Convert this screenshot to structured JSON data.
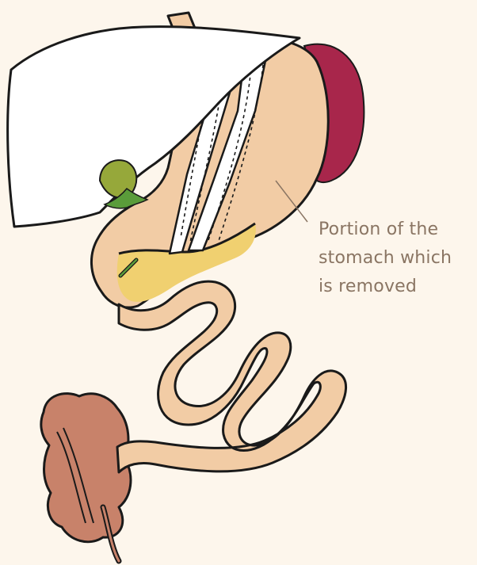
{
  "annotation": {
    "lines": [
      "Portion of the",
      "stomach which",
      "is removed"
    ]
  },
  "colors": {
    "background": "#fdf6ec",
    "stomach": "#f2cca5",
    "liver": "#ffffff",
    "spleen": "#a8264b",
    "gallbladder": "#96a83a",
    "bile_duct": "#5a9c3a",
    "removed_tint": "#f0d070",
    "pancreas": "#c8826a",
    "outline": "#1a1a1a",
    "label_text": "#8a7563"
  }
}
